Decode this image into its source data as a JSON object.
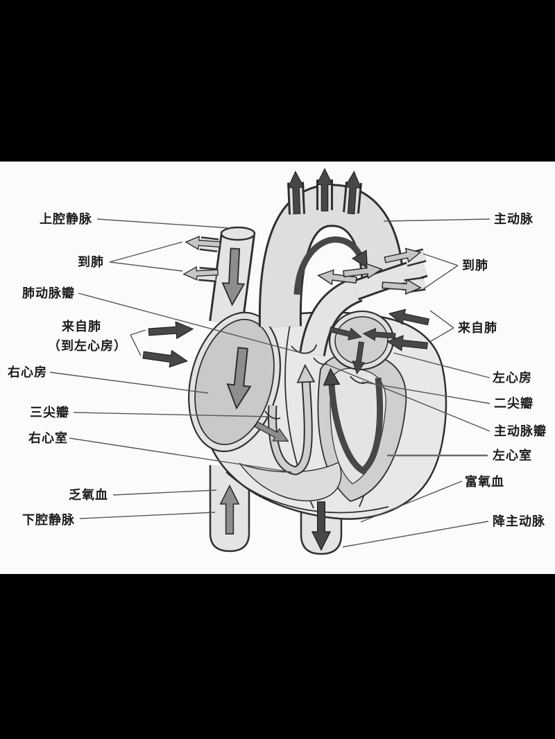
{
  "figure": {
    "kind": "heart-blood-flow-diagram"
  },
  "labels": {
    "left": [
      "上腔静脉",
      "到肺",
      "肺动脉瓣",
      "来自肺",
      "（到左心房）",
      "右心房",
      "三尖瓣",
      "右心室",
      "乏氧血",
      "下腔静脉"
    ],
    "right": [
      "主动脉",
      "到肺",
      "来自肺",
      "左心房",
      "二尖瓣",
      "主动脉瓣",
      "左心室",
      "富氧血",
      "降主动脉"
    ]
  },
  "colors": {
    "background": "#000000",
    "panel": "#fbfbfb",
    "outline": "#2f2f2f",
    "vessel_fill": "#e4e4e4",
    "heart_fill": "#e8e8e8",
    "chamber_fill": "#c9c9c9",
    "arrow_dark": "#474747",
    "arrow_gray": "#8d8d8d",
    "arrow_light": "#c6c6c6",
    "leader_line": "#555555",
    "label_text": "#1b1b1b"
  }
}
